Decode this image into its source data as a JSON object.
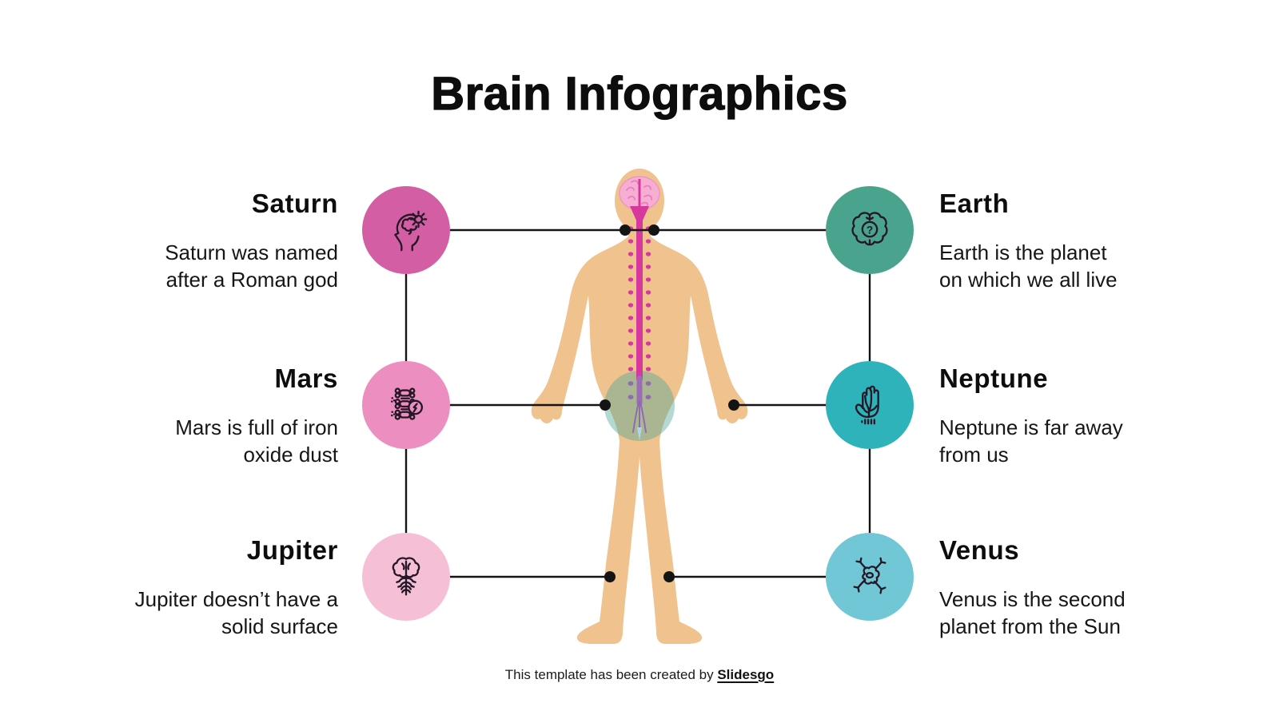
{
  "title": "Brain Infographics",
  "items": [
    {
      "id": "saturn",
      "row": 1,
      "side": "left",
      "label": "Saturn",
      "description": "Saturn was named after a Roman god",
      "icon": "head-gear-icon",
      "color": "#d45ea3"
    },
    {
      "id": "earth",
      "row": 1,
      "side": "right",
      "label": "Earth",
      "description": "Earth is the planet on which we all live",
      "icon": "brain-question-icon",
      "color": "#4aa38d"
    },
    {
      "id": "mars",
      "row": 2,
      "side": "left",
      "label": "Mars",
      "description": "Mars is full of iron oxide dust",
      "icon": "spine-icon",
      "color": "#ec8fc0"
    },
    {
      "id": "neptune",
      "row": 2,
      "side": "right",
      "label": "Neptune",
      "description": "Neptune is far away from us",
      "icon": "hand-nerves-icon",
      "color": "#2eb3ba"
    },
    {
      "id": "jupiter",
      "row": 3,
      "side": "left",
      "label": "Jupiter",
      "description": "Jupiter doesn’t have a solid surface",
      "icon": "brain-nerves-icon",
      "color": "#f5c0d6"
    },
    {
      "id": "venus",
      "row": 3,
      "side": "right",
      "label": "Venus",
      "description": "Venus is the second planet from the Sun",
      "icon": "neuron-icon",
      "color": "#71c7d6"
    }
  ],
  "figure": {
    "name": "human-body-nervous-system",
    "skin_color": "#efc28e",
    "brain_color": "#f6afd3",
    "spine_color": "#d6389e",
    "nerve_lower_color": "#8f6bb0",
    "pelvis_highlight_color": "#4aa596"
  },
  "connector": {
    "color": "#141414"
  },
  "footer": {
    "text": "This template has been created by ",
    "brand": "Slidesgo"
  },
  "background": "#ffffff"
}
